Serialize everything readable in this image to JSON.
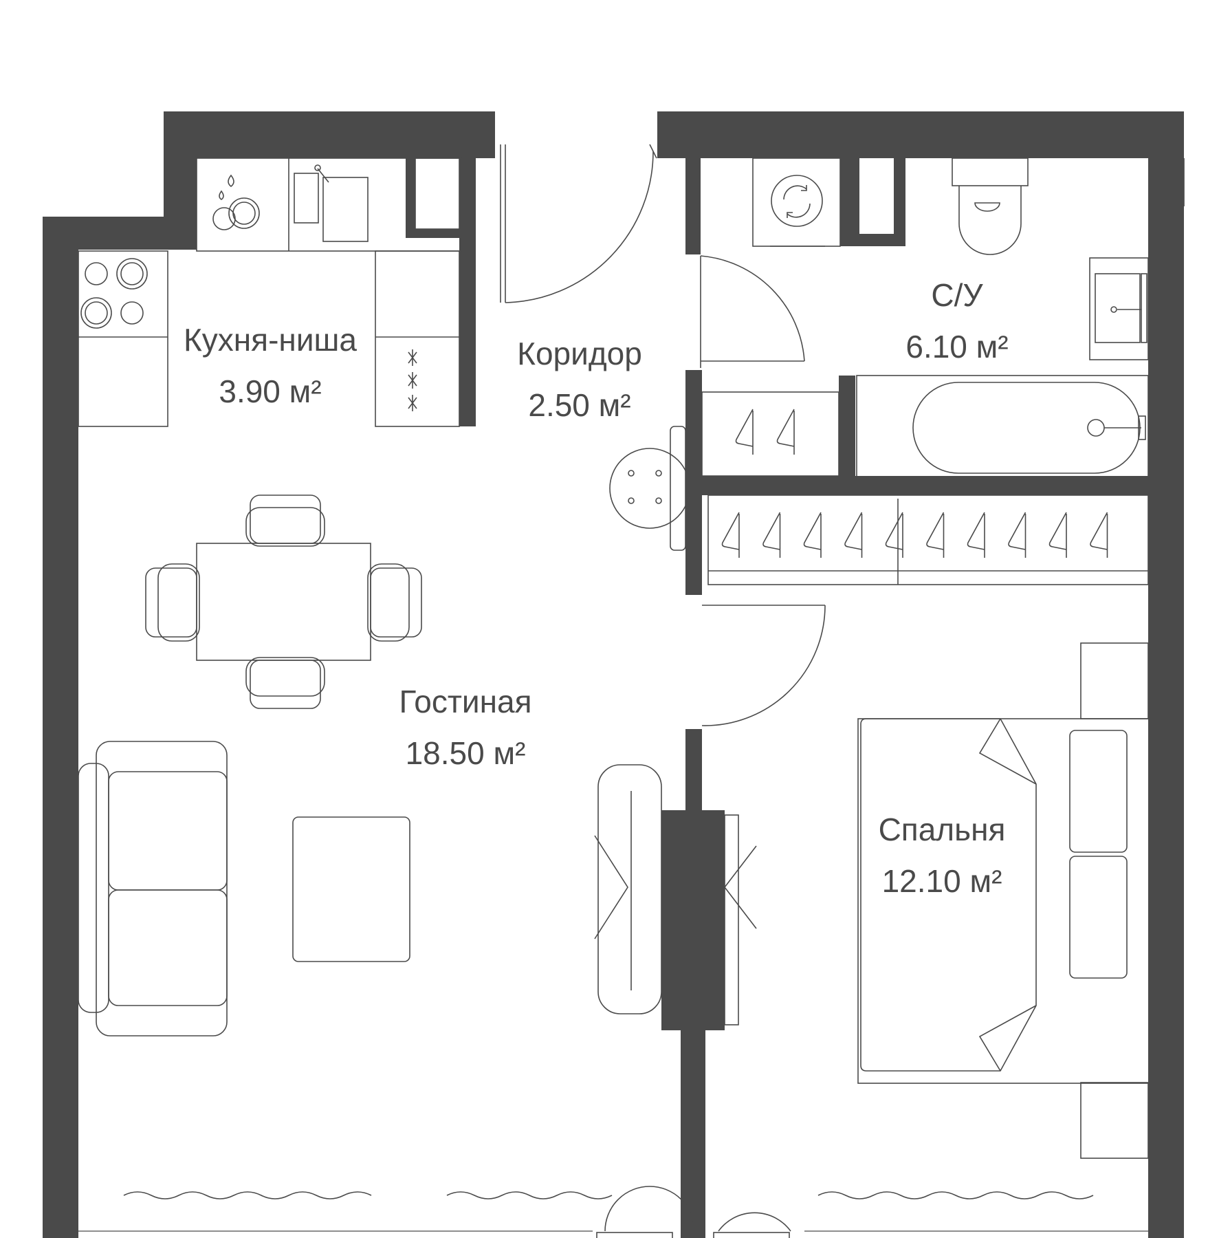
{
  "rooms": {
    "kitchen": {
      "name": "Кухня-ниша",
      "area": "3.90 м²"
    },
    "corridor": {
      "name": "Коридор",
      "area": "2.50 м²"
    },
    "bathroom": {
      "name": "С/У",
      "area": "6.10 м²"
    },
    "living": {
      "name": "Гостиная",
      "area": "18.50 м²"
    },
    "bedroom": {
      "name": "Спальня",
      "area": "12.10 м²"
    }
  },
  "colors": {
    "wall": "#4a4a4a",
    "line": "#4a4a4a",
    "background": "#ffffff"
  }
}
